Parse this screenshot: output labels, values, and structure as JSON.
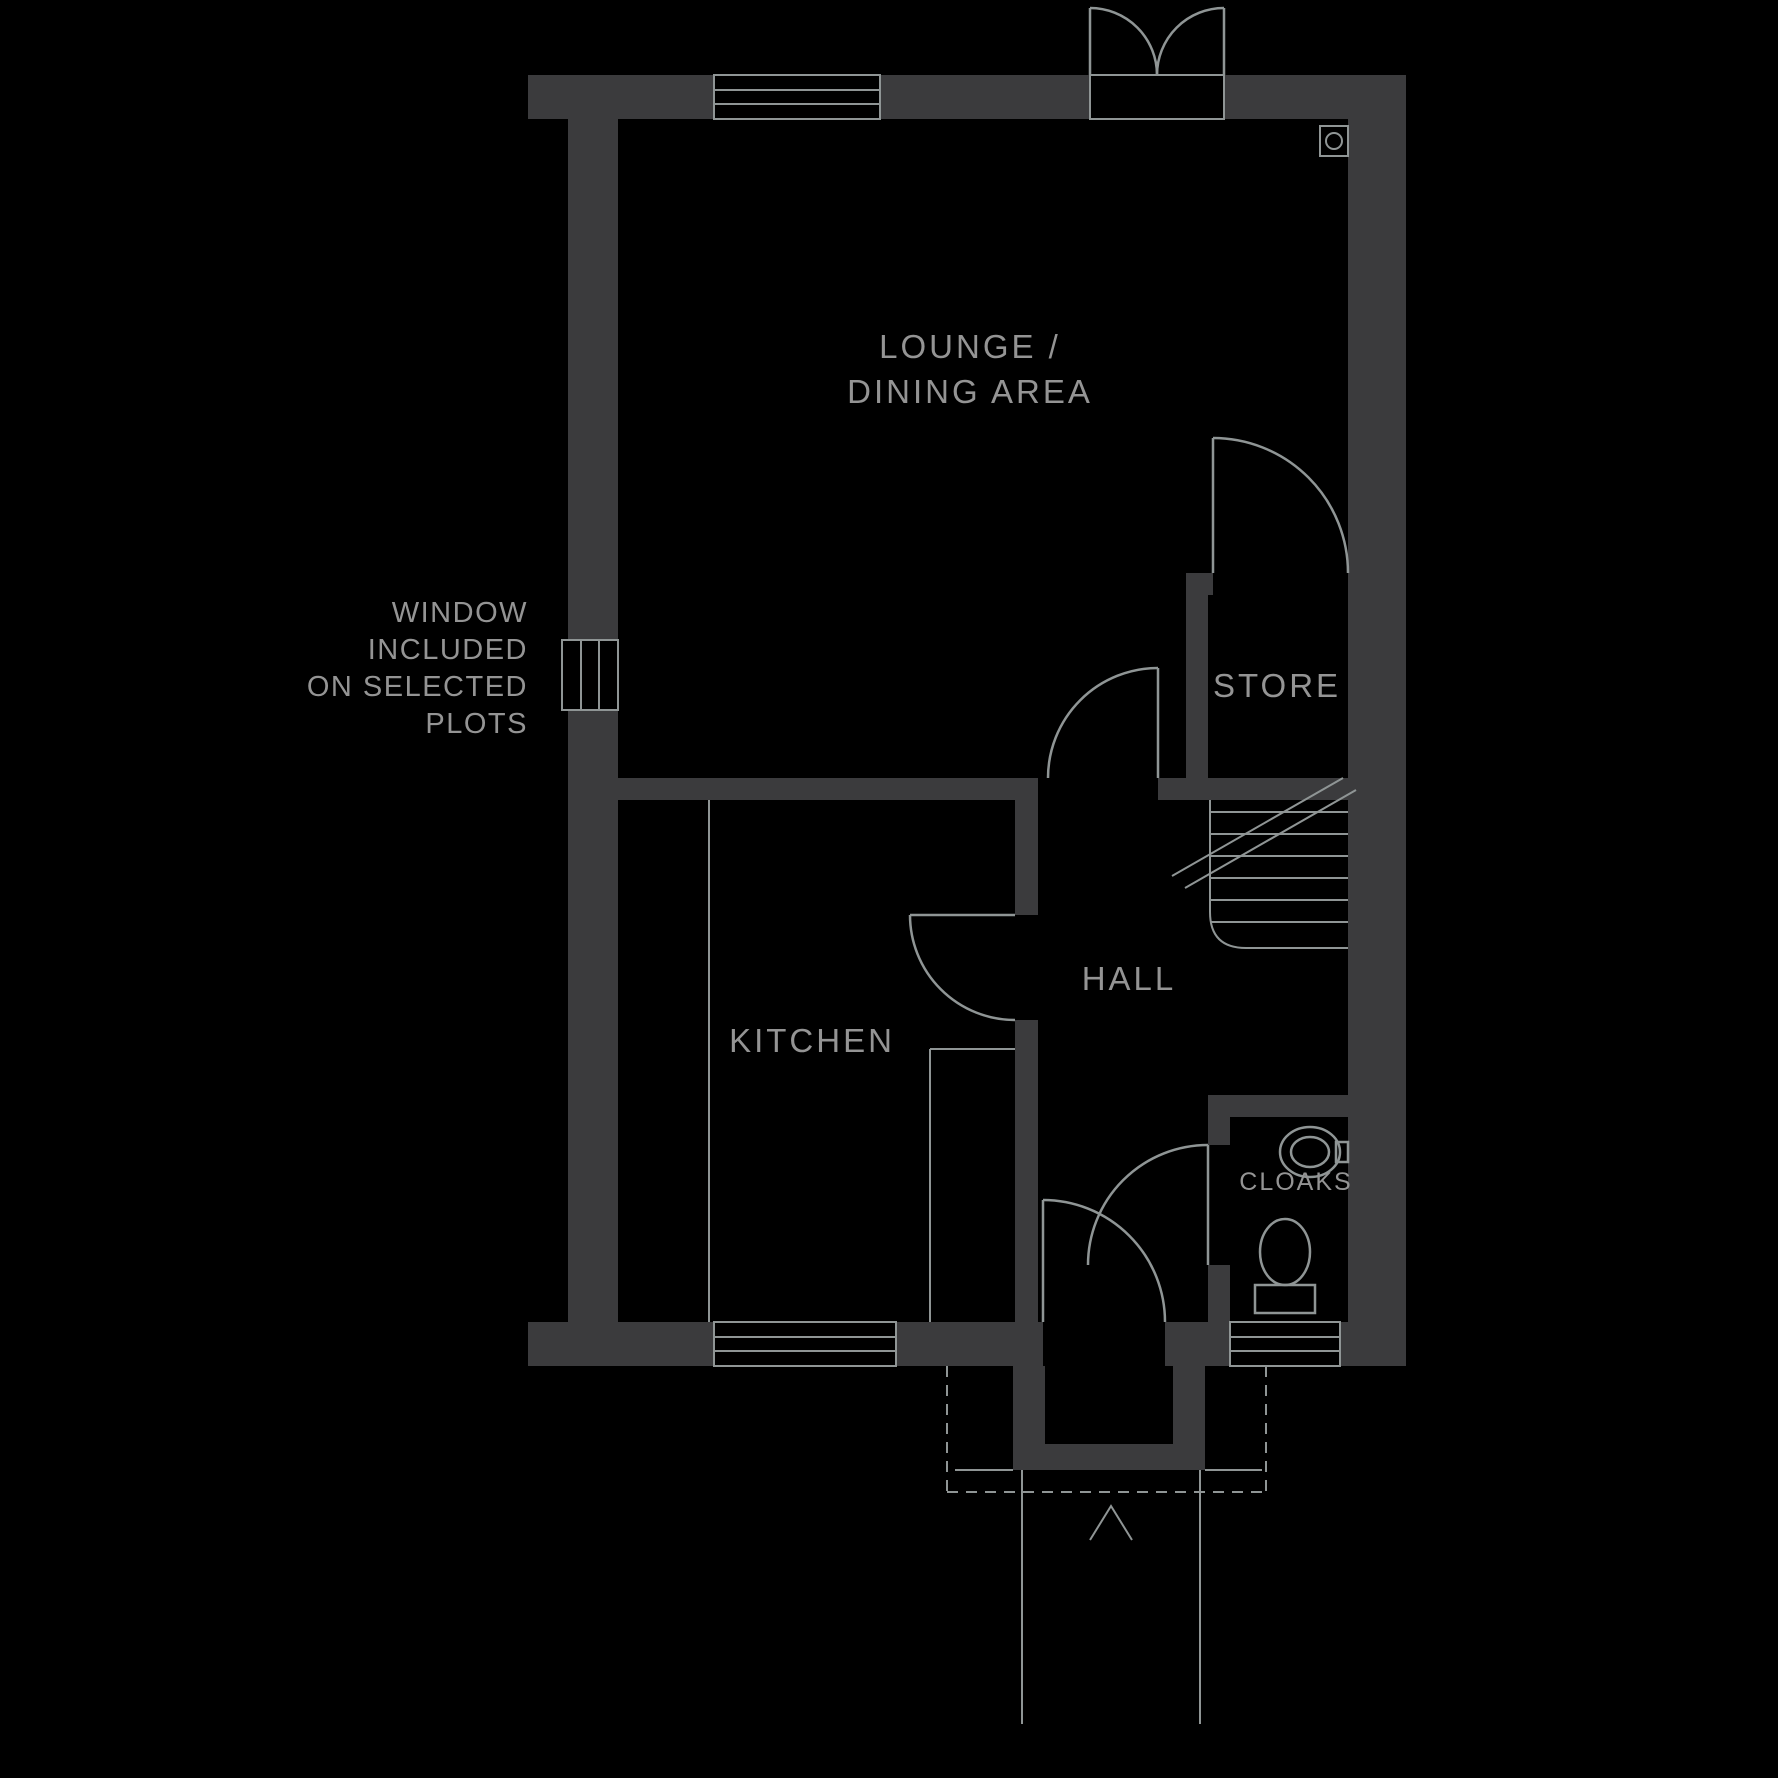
{
  "plan": {
    "title": "ground-floor-plan",
    "labels": {
      "lounge_line1": "LOUNGE /",
      "lounge_line2": "DINING AREA",
      "store": "STORE",
      "kitchen": "KITCHEN",
      "hall": "HALL",
      "cloaks": "CLOAKS"
    },
    "annotation": {
      "line1": "WINDOW",
      "line2": "INCLUDED",
      "line3": "ON SELECTED",
      "line4": "PLOTS"
    }
  },
  "colors": {
    "background": "#000000",
    "wall": "#3b3b3d",
    "line": "#8f9595",
    "text": "#949494"
  }
}
